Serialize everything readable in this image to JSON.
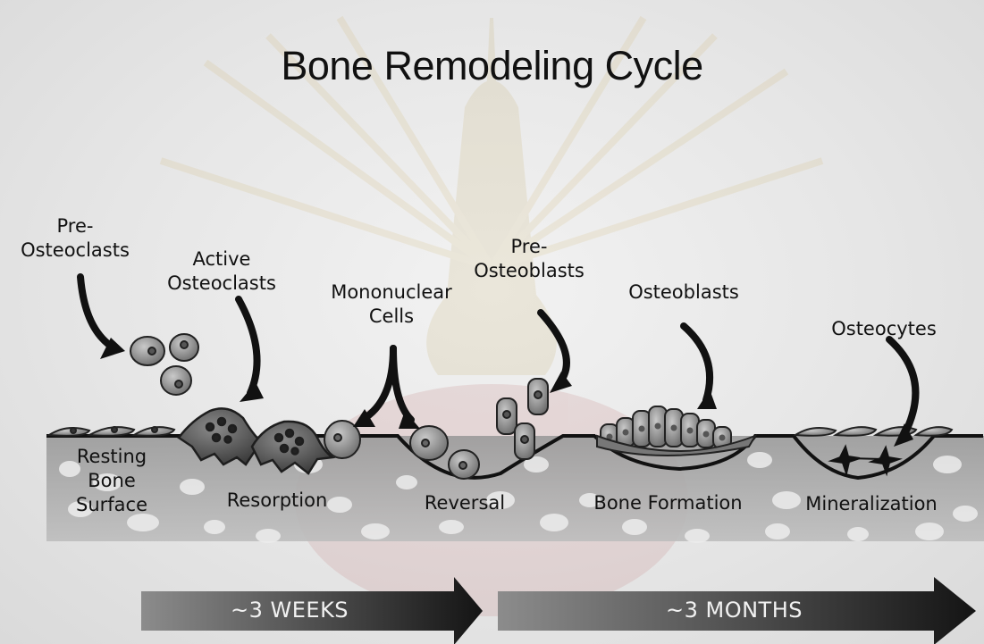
{
  "title": "Bone Remodeling Cycle",
  "labels": {
    "pre_osteoclasts": "Pre-\nOsteoclasts",
    "active_osteoclasts": "Active\nOsteoclasts",
    "mononuclear_cells": "Mononuclear\nCells",
    "pre_osteoblasts": "Pre-\nOsteoblasts",
    "osteoblasts": "Osteoblasts",
    "osteocytes": "Osteocytes"
  },
  "stages": {
    "resting": "Resting\nBone\nSurface",
    "resorption": "Resorption",
    "reversal": "Reversal",
    "formation": "Bone Formation",
    "mineralization": "Mineralization"
  },
  "timeline": {
    "weeks": "~3 WEEKS",
    "months": "~3 MONTHS"
  }
}
